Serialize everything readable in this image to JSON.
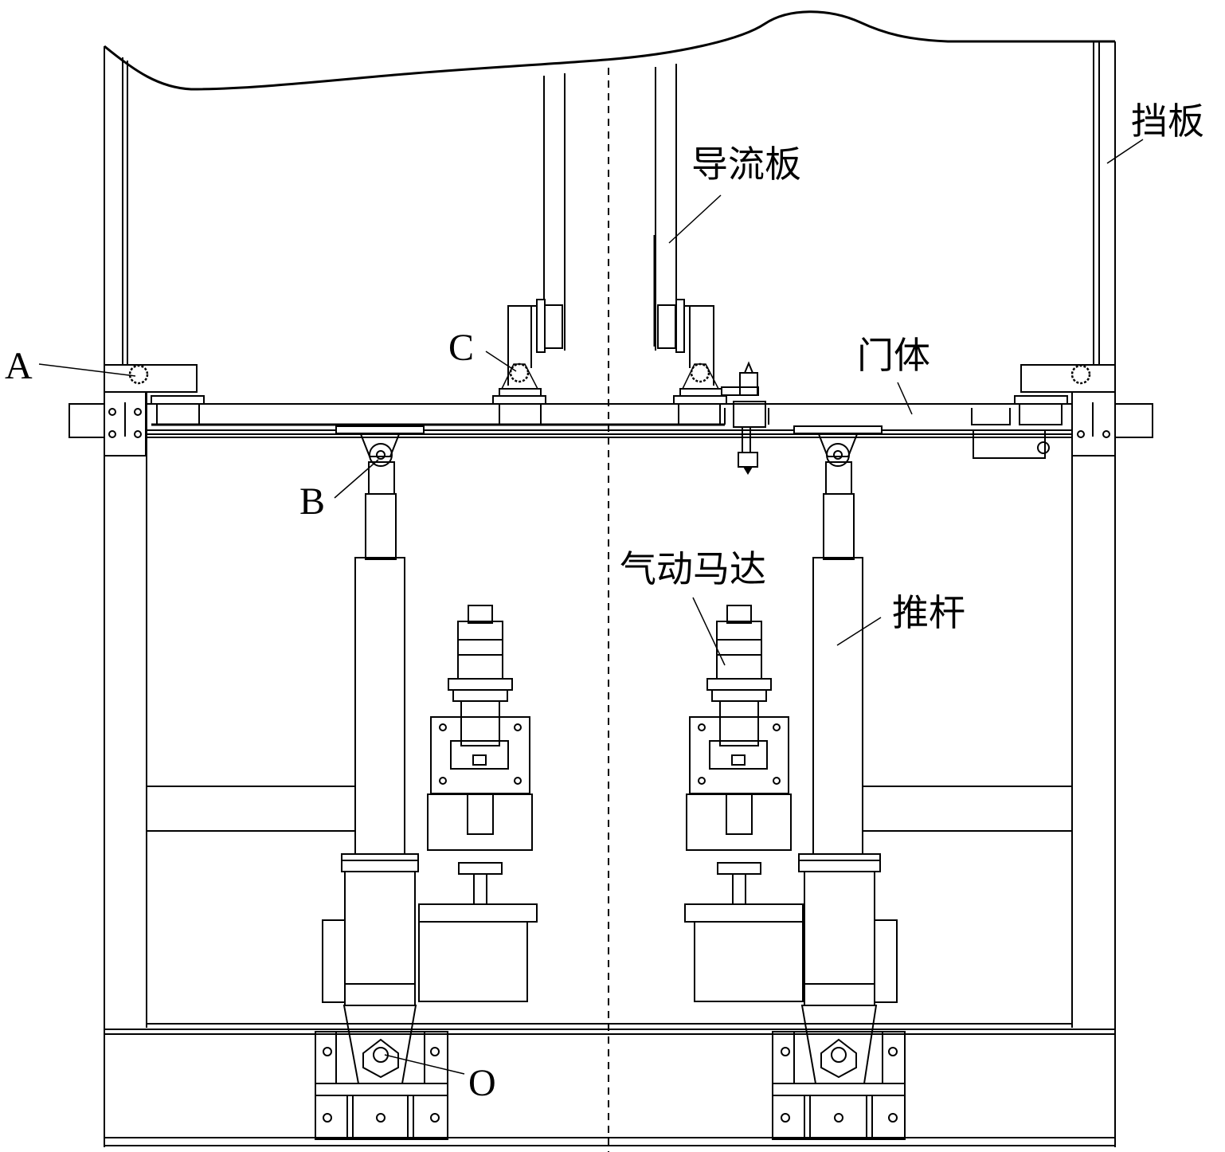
{
  "diagram": {
    "type": "mechanical-assembly-drawing",
    "labels": {
      "A": "A",
      "B": "B",
      "C": "C",
      "O": "O",
      "baffle": "挡板",
      "guide_plate": "导流板",
      "door_body": "门体",
      "pneumatic_motor": "气动马达",
      "push_rod": "推杆"
    },
    "colors": {
      "line": "#000000",
      "background": "#ffffff"
    }
  }
}
